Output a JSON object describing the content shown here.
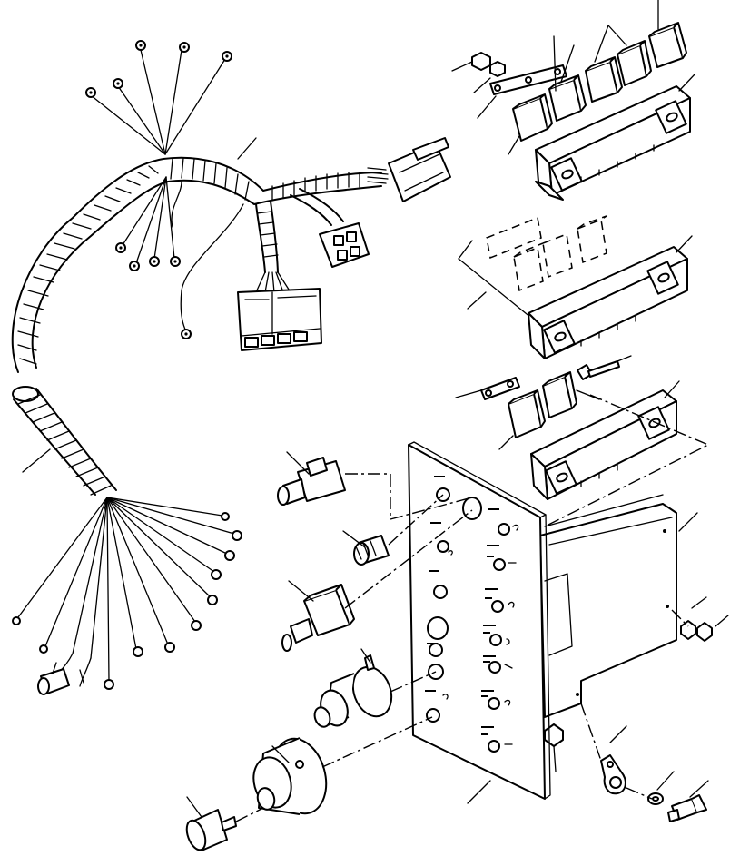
{
  "diagram": {
    "type": "exploded-parts-view",
    "components": [
      "wiring-harness",
      "harness-extension",
      "relay-bank-upper",
      "relay-bank-middle",
      "relay-bank-lower",
      "instrument-panel",
      "mounting-bracket",
      "push-button-switch",
      "indicator-light",
      "toggle-switch",
      "solenoid-switch",
      "ignition-switch",
      "ignition-key",
      "cable-clamp",
      "bolt",
      "nut",
      "washer"
    ]
  }
}
